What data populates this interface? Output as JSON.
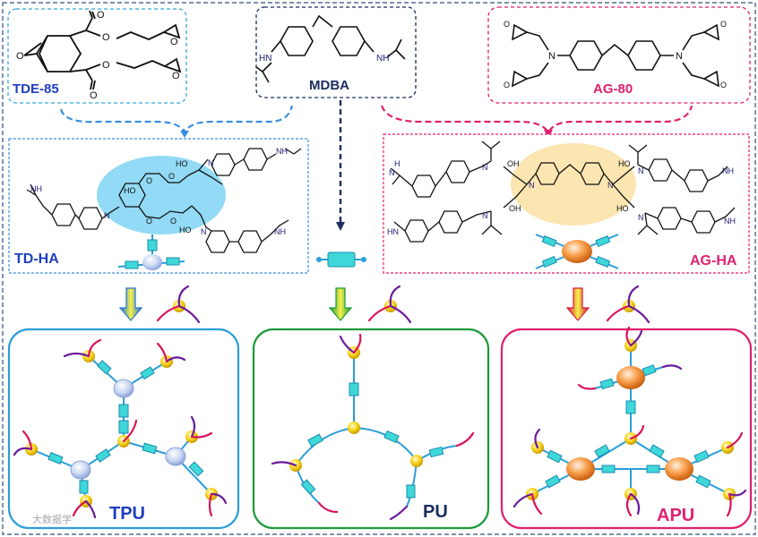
{
  "reactants": {
    "tde85": {
      "name": "TDE-85",
      "color": "#1f3fbf"
    },
    "mdba": {
      "name": "MDBA",
      "color": "#1b2d5e"
    },
    "ag80": {
      "name": "AG-80",
      "color": "#e0206e"
    }
  },
  "adducts": {
    "tdha": {
      "name": "TD-HA",
      "color": "#1f3fbf"
    },
    "agha": {
      "name": "AG-HA",
      "color": "#e0206e"
    }
  },
  "products": {
    "tpu": {
      "name": "TPU",
      "color": "#1f3fbf"
    },
    "pu": {
      "name": "PU",
      "color": "#1b2d5e"
    },
    "apu": {
      "name": "APU",
      "color": "#e0206e"
    }
  },
  "watermark": "大数据学"
}
